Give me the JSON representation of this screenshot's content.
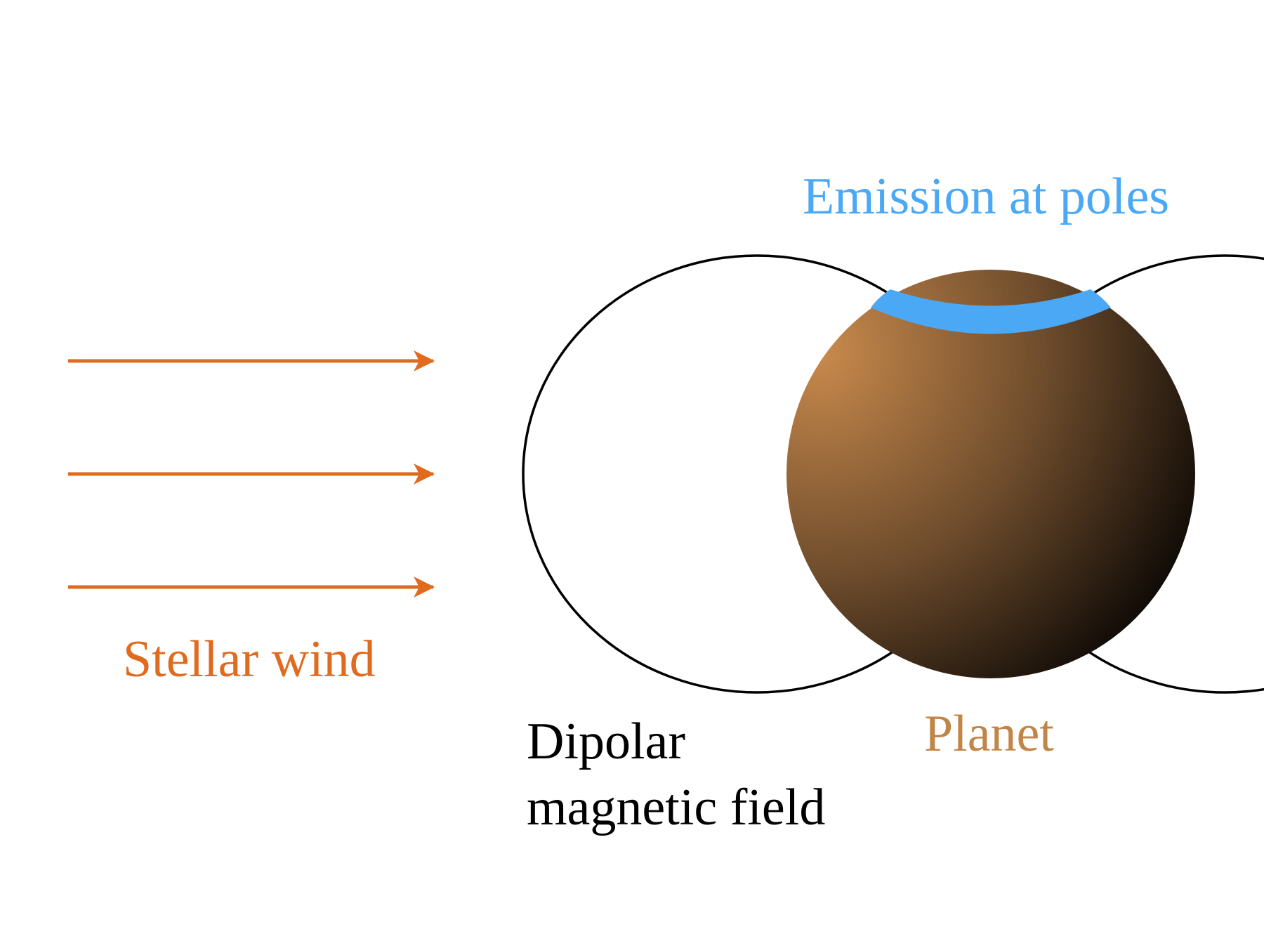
{
  "labels": {
    "emission": "Emission at poles",
    "stellar_wind": "Stellar wind",
    "planet": "Planet",
    "field_line1": "Dipolar",
    "field_line2": "magnetic field"
  },
  "colors": {
    "wind": "#e06a1e",
    "emission": "#4aa8f5",
    "planet_light": "#c98a4c",
    "planet_mid": "#6e4c2c",
    "planet_dark": "#000000",
    "planet_label": "#c08547",
    "field_lines": "#000000",
    "text": "#000000",
    "background": "#ffffff"
  },
  "elements": {
    "wind_arrow_count": 3,
    "field_loops": 2
  }
}
